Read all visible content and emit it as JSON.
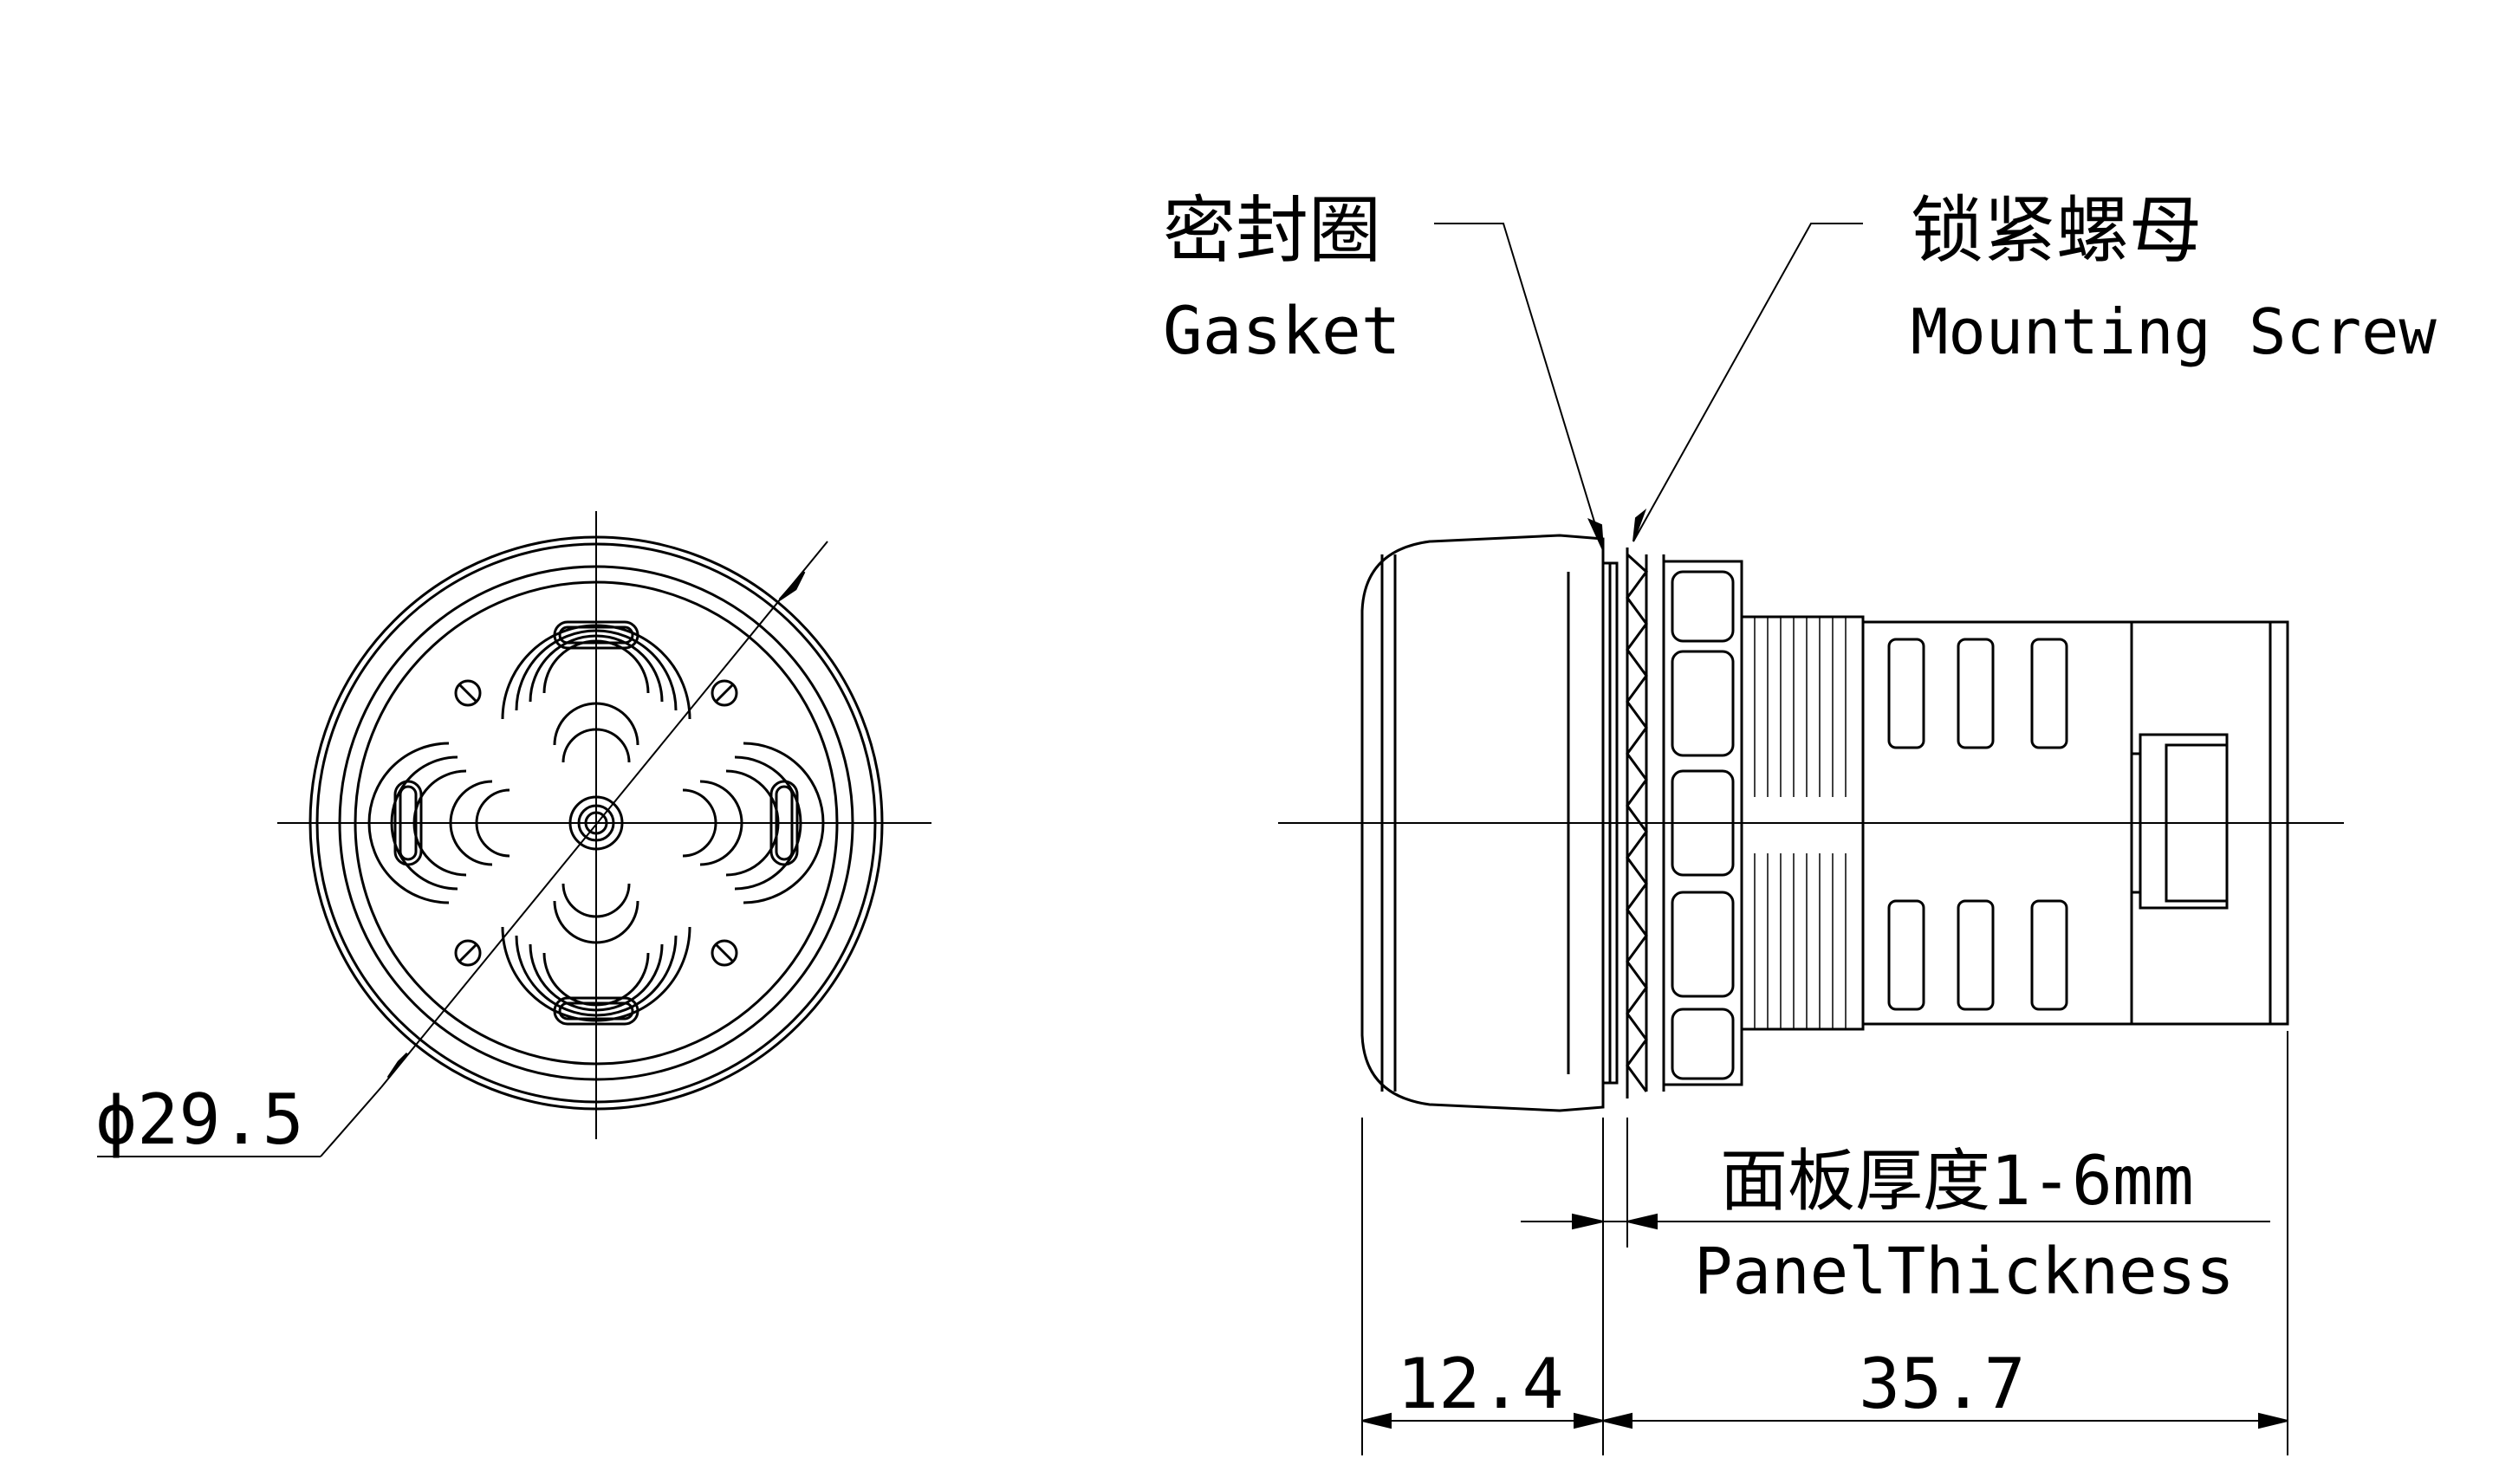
{
  "labels": {
    "gasket_cn": "密封圈",
    "gasket_en": "Gasket",
    "screw_cn": "锁紧螺母",
    "screw_en": "Mounting Screw",
    "panel_cn": "面板厚度1-6mm",
    "panel_en": "PanelThickness"
  },
  "dimensions": {
    "diameter": "ϕ29.5",
    "front_length": "12.4",
    "rear_length": "35.7"
  },
  "colors": {
    "line": "#000000",
    "background": "#ffffff"
  }
}
